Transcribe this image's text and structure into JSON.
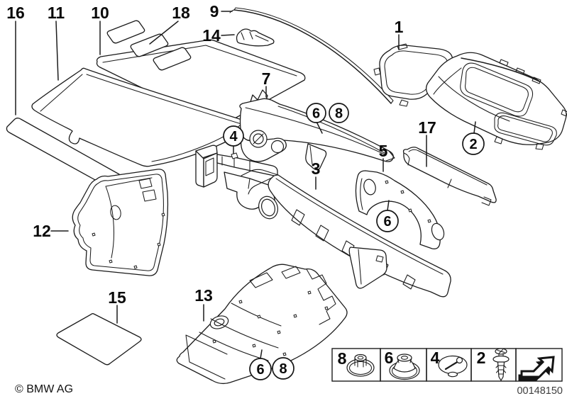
{
  "callouts": {
    "n1": "1",
    "n2": "2",
    "n3": "3",
    "n4": "4",
    "n5": "5",
    "n6": "6",
    "n7": "7",
    "n8": "8",
    "n9": "9",
    "n10": "10",
    "n11": "11",
    "n12": "12",
    "n13": "13",
    "n14": "14",
    "n15": "15",
    "n16": "16",
    "n17": "17",
    "n18": "18"
  },
  "legend": {
    "items": [
      {
        "number": "8",
        "icon": "flat-washer-nut-icon"
      },
      {
        "number": "6",
        "icon": "cone-washer-nut-icon"
      },
      {
        "number": "4",
        "icon": "plastic-disc-clip-icon"
      },
      {
        "number": "2",
        "icon": "expanding-rivet-icon"
      },
      {
        "number": "",
        "icon": "direction-arrow-icon"
      }
    ]
  },
  "footer": {
    "copyright": "© BMW AG",
    "diagram_number": "00148150"
  },
  "colors": {
    "line": "#1c1c1c",
    "background": "#ffffff",
    "code_text": "#3f3f3f"
  }
}
